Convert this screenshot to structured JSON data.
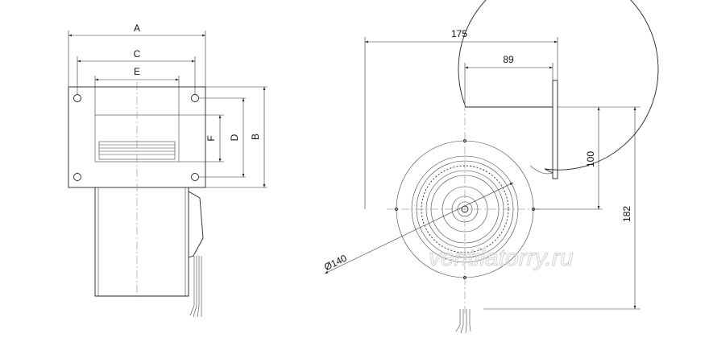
{
  "side_view": {
    "dim_A": "A",
    "dim_C": "C",
    "dim_E": "E",
    "dim_F": "F",
    "dim_D": "D",
    "dim_B": "B"
  },
  "front_view": {
    "overall_width": "175",
    "axis_to_outlet": "89",
    "outlet_height": "100",
    "overall_height": "182",
    "rotor_diameter": "Ø140"
  },
  "watermark": "ventilatorry.ru"
}
